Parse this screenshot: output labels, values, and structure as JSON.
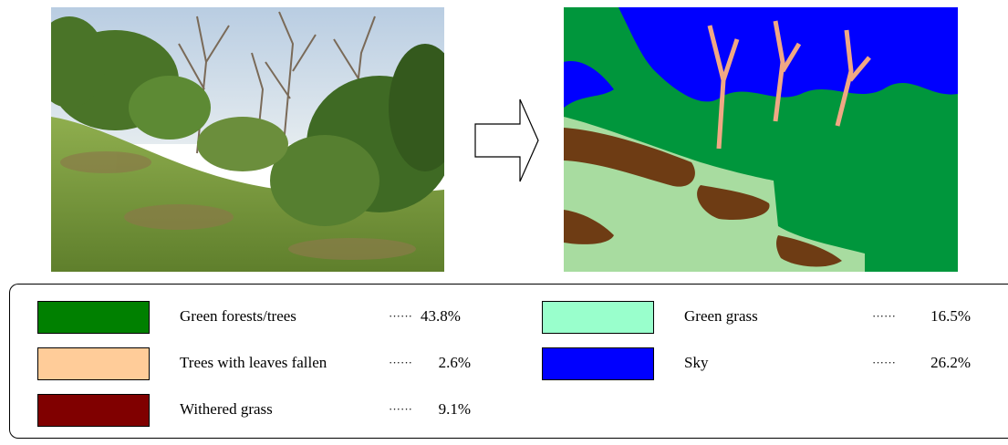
{
  "legend": {
    "items": [
      {
        "label": "Green forests/trees",
        "dots": "······",
        "percent": "43.8%",
        "color": "#008000"
      },
      {
        "label": "Trees with leaves fallen",
        "dots": "······",
        "percent": "2.6%",
        "color": "#ffcc99"
      },
      {
        "label": "Withered grass",
        "dots": "······",
        "percent": "9.1%",
        "color": "#800000"
      },
      {
        "label": "Green grass",
        "dots": "······",
        "percent": "16.5%",
        "color": "#99ffcc"
      },
      {
        "label": "Sky",
        "dots": "······",
        "percent": "26.2%",
        "color": "#0000ff"
      }
    ]
  },
  "colors": {
    "photo_sky": "#c9d8e8",
    "photo_foliage": "#4f7a2c",
    "photo_grass": "#7da045",
    "seg_green_forest": "#00963c",
    "seg_leafless": "#f0a884",
    "seg_withered": "#6e3c14",
    "seg_green_grass": "#a8dca0",
    "seg_sky": "#0000ff"
  }
}
